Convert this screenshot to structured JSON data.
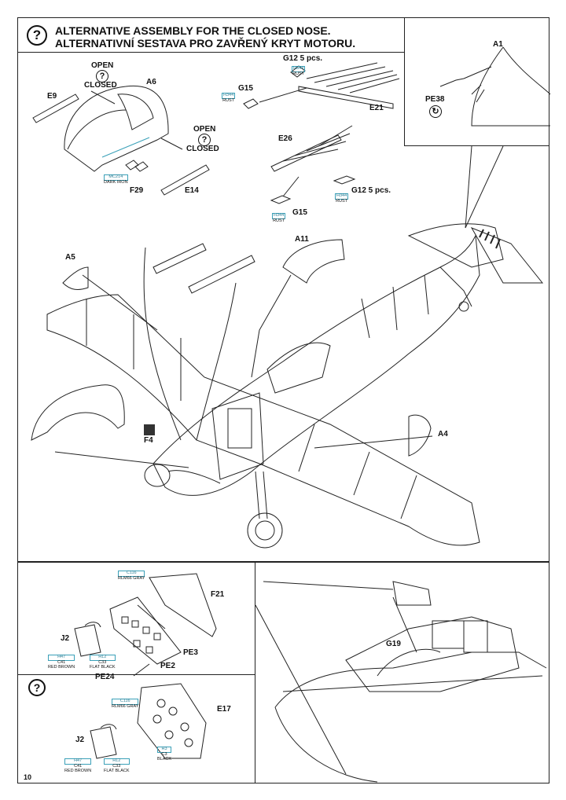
{
  "page": {
    "number": "10"
  },
  "header": {
    "title_en": "ALTERNATIVE ASSEMBLY FOR THE CLOSED NOSE.",
    "title_cz": "ALTERNATIVNÍ SESTAVA PRO ZAVŘENÝ KRYT MOTORU.",
    "question_glyph": "?"
  },
  "inset": {
    "a1": "A1",
    "pe38": "PE38"
  },
  "labels": {
    "open1": "OPEN",
    "closed1": "CLOSED",
    "a6": "A6",
    "e9": "E9",
    "open2": "OPEN",
    "closed2": "CLOSED",
    "f29": "F29",
    "e14": "E14",
    "g12_top": "G12 5 pcs.",
    "g15_top": "G15",
    "e21": "E21",
    "e26": "E26",
    "g12_bot": "G12 5 pcs.",
    "g15_bot": "G15",
    "a5": "A5",
    "a11": "A11",
    "f4": "F4",
    "a4": "A4",
    "f21": "F21",
    "j2_top": "J2",
    "pe3": "PE3",
    "pe2": "PE2",
    "pe24": "PE24",
    "g19": "G19",
    "e17": "E17",
    "j2_bot": "J2"
  },
  "colors": {
    "h344_1": {
      "code": "H344",
      "name": "RUST"
    },
    "h344_2": {
      "code": "H344",
      "name": "RUST"
    },
    "mc214": {
      "code": "MC214",
      "name": "DARK IRON"
    },
    "h344_3": {
      "code": "H344",
      "name": "RUST"
    },
    "h344_4": {
      "code": "H344",
      "name": "RUST"
    },
    "c116_1": {
      "code": "C116",
      "name": "RLM66 GRAY"
    },
    "h47_1": {
      "code": "H47",
      "sub": "C41",
      "name": "RED BROWN"
    },
    "h12_1": {
      "code": "H12",
      "sub": "C33",
      "name": "FLAT BLACK"
    },
    "c116_2": {
      "code": "C116",
      "name": "RLM66 GRAY"
    },
    "h47_2": {
      "code": "H47",
      "sub": "C41",
      "name": "RED BROWN"
    },
    "h12_2": {
      "code": "H12",
      "sub": "C33",
      "name": "FLAT BLACK"
    },
    "h3": {
      "code": "H3",
      "sub": "C3",
      "name": "BLACK"
    },
    "accent": "#3aa0b8"
  }
}
